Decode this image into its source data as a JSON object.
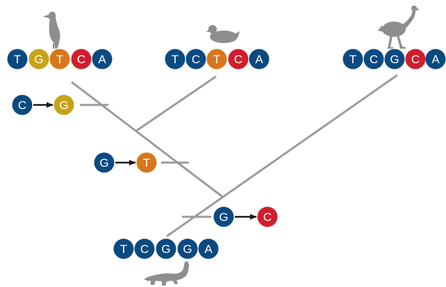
{
  "colors": {
    "blue": "#0b4a80",
    "gold": "#c8a219",
    "orange": "#d8761b",
    "red": "#cf1e2d",
    "branch": "#9b9b9b",
    "arrow": "#1a1a1a",
    "silhouette": "#8e8e8e"
  },
  "leaves": [
    {
      "icon": "perched-bird-icon",
      "sequence": [
        {
          "base": "T",
          "color": "#0b4a80"
        },
        {
          "base": "G",
          "color": "#c8a219"
        },
        {
          "base": "T",
          "color": "#d8761b"
        },
        {
          "base": "C",
          "color": "#cf1e2d"
        },
        {
          "base": "A",
          "color": "#0b4a80"
        }
      ]
    },
    {
      "icon": "duck-icon",
      "sequence": [
        {
          "base": "T",
          "color": "#0b4a80"
        },
        {
          "base": "C",
          "color": "#0b4a80"
        },
        {
          "base": "T",
          "color": "#d8761b"
        },
        {
          "base": "C",
          "color": "#cf1e2d"
        },
        {
          "base": "A",
          "color": "#0b4a80"
        }
      ]
    },
    {
      "icon": "ostrich-icon",
      "sequence": [
        {
          "base": "T",
          "color": "#0b4a80"
        },
        {
          "base": "C",
          "color": "#0b4a80"
        },
        {
          "base": "G",
          "color": "#0b4a80"
        },
        {
          "base": "C",
          "color": "#cf1e2d"
        },
        {
          "base": "A",
          "color": "#0b4a80"
        }
      ]
    }
  ],
  "root": {
    "icon": "crocodile-icon",
    "sequence": [
      {
        "base": "T",
        "color": "#0b4a80"
      },
      {
        "base": "C",
        "color": "#0b4a80"
      },
      {
        "base": "G",
        "color": "#0b4a80"
      },
      {
        "base": "G",
        "color": "#0b4a80"
      },
      {
        "base": "A",
        "color": "#0b4a80"
      }
    ]
  },
  "mutations": [
    {
      "from": {
        "base": "C",
        "color": "#0b4a80"
      },
      "to": {
        "base": "G",
        "color": "#c8a219"
      }
    },
    {
      "from": {
        "base": "G",
        "color": "#0b4a80"
      },
      "to": {
        "base": "T",
        "color": "#d8761b"
      }
    },
    {
      "from": {
        "base": "G",
        "color": "#0b4a80"
      },
      "to": {
        "base": "C",
        "color": "#cf1e2d"
      }
    }
  ]
}
